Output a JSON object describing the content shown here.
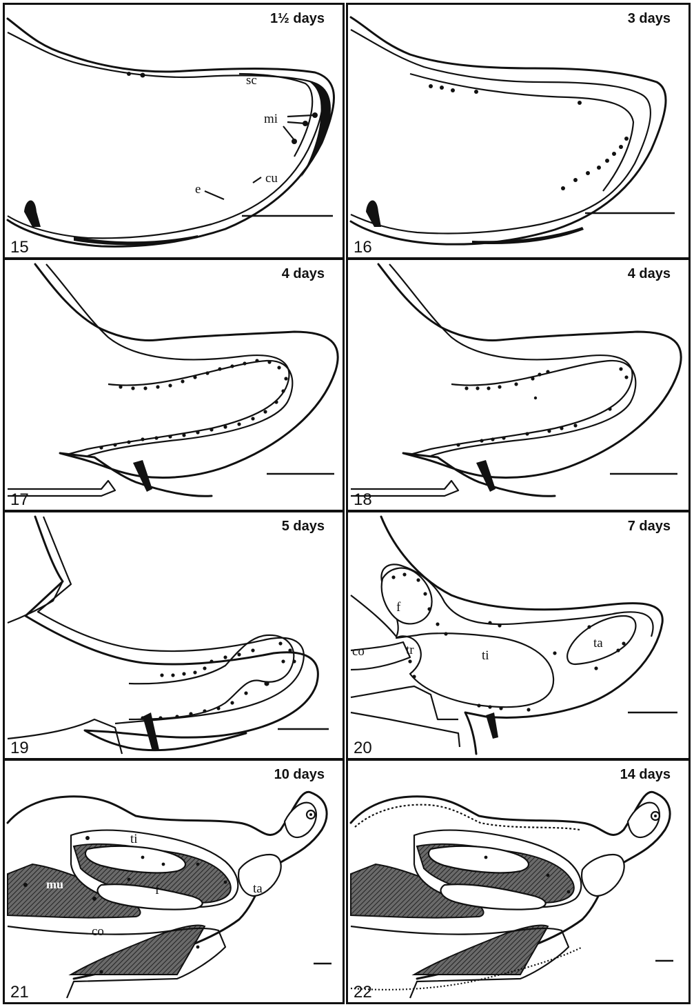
{
  "plate": {
    "panels": [
      {
        "number": "15",
        "age": "1½ days",
        "labels": {
          "sc": "sc",
          "mi": "mi",
          "cu": "cu",
          "e": "e"
        }
      },
      {
        "number": "16",
        "age": "3 days"
      },
      {
        "number": "17",
        "age": "4 days"
      },
      {
        "number": "18",
        "age": "4 days"
      },
      {
        "number": "19",
        "age": "5 days"
      },
      {
        "number": "20",
        "age": "7 days",
        "labels": {
          "co": "co",
          "f": "f",
          "tr": "tr",
          "ti": "ti",
          "ta": "ta"
        }
      },
      {
        "number": "21",
        "age": "10 days",
        "labels": {
          "ti": "ti",
          "mu": "mu",
          "f": "f",
          "ta": "ta",
          "co": "co"
        }
      },
      {
        "number": "22",
        "age": "14 days"
      }
    ]
  },
  "colors": {
    "ink": "#111111",
    "paper": "#ffffff",
    "muscle_hatch": "#555555"
  }
}
